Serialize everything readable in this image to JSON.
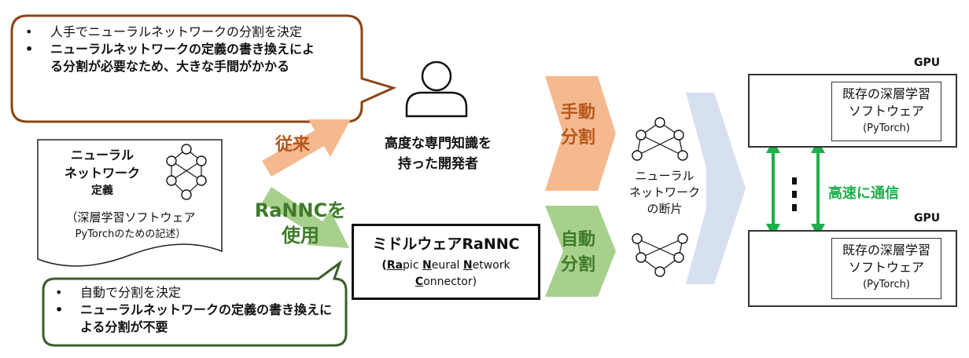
{
  "top_callout": {
    "bullets": [
      {
        "text": "人手でニューラルネットワークの分割を決定",
        "bold": false
      },
      {
        "text": "ニューラルネットワークの定義の書き換えによる分割が必要なため、大きな手間がかかる",
        "bold": true
      }
    ],
    "border_color": "#8b4513"
  },
  "bottom_callout": {
    "bullets": [
      {
        "text": "自動で分割を決定",
        "bold": false
      },
      {
        "text": "ニューラルネットワークの定義の書き換えによる分割が不要",
        "bold": true
      }
    ],
    "border_color": "#3b5e2b"
  },
  "nn_document": {
    "title_line1": "ニューラル",
    "title_line2": "ネットワーク",
    "title_line3": "定義",
    "note_line1": "（深層学習ソフトウェア",
    "note_line2": "PyTorchのための記述）"
  },
  "conventional_arrow": {
    "label": "従来",
    "color": "#f5b990"
  },
  "rannc_arrow": {
    "label_line1": "RaNNCを",
    "label_line2": "使用",
    "color": "#a8d08d"
  },
  "developer": {
    "label_line1": "高度な専門知識を",
    "label_line2": "持った開発者"
  },
  "middleware": {
    "title": "ミドルウェアRaNNC",
    "sub_line1_parts": [
      "(",
      "Ra",
      "pic ",
      "N",
      "eural ",
      "N",
      "etwork"
    ],
    "sub_line2_parts": [
      "C",
      "onnector)"
    ]
  },
  "manual_split": {
    "label_line1": "手動",
    "label_line2": "分割",
    "color": "#f5b990"
  },
  "auto_split": {
    "label_line1": "自動",
    "label_line2": "分割",
    "color": "#a8d08d"
  },
  "fragments": {
    "label_line1": "ニューラル",
    "label_line2": "ネットワーク",
    "label_line3": "の断片"
  },
  "big_arrow_color": "#d6e0f0",
  "gpus": [
    {
      "label": "GPU",
      "sw_line1": "既存の深層学習",
      "sw_line2": "ソフトウェア",
      "sw_line3": "(PyTorch)"
    },
    {
      "label": "GPU",
      "sw_line1": "既存の深層学習",
      "sw_line2": "ソフトウェア",
      "sw_line3": "(PyTorch)"
    }
  ],
  "comm": {
    "label": "高速に通信",
    "color": "#1fae4a"
  }
}
